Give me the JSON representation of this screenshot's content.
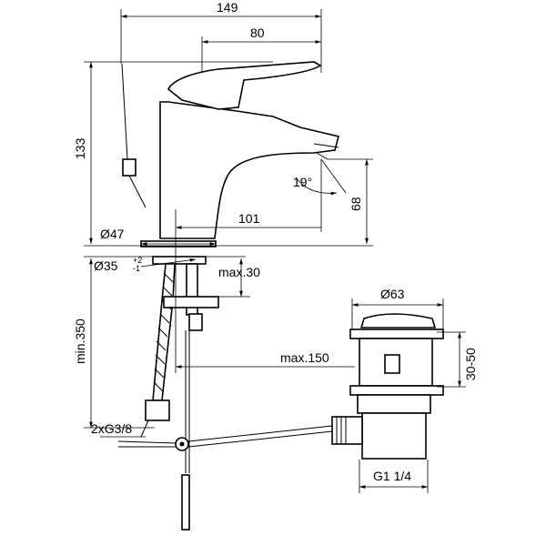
{
  "drawing": {
    "dimensions": {
      "total_length": "149",
      "handle_length": "80",
      "total_height": "133",
      "spout_angle": "19°",
      "spout_height": "68",
      "spout_reach": "101",
      "base_diameter": "Ø47",
      "hole_diameter": "Ø35",
      "hole_tol_plus": "+2",
      "hole_tol_minus": "-1",
      "max_thickness": "max.30",
      "min_hose": "min.350",
      "max_rod": "max.150",
      "drain_diameter": "Ø63",
      "drain_range": "30-50",
      "hose_thread": "2xG3/8",
      "drain_thread": "G1 1/4"
    }
  }
}
